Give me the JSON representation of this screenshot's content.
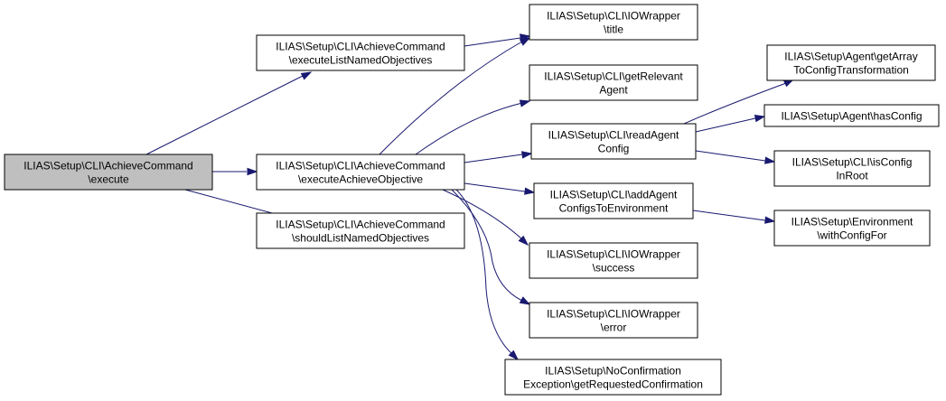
{
  "nodes": [
    {
      "id": "execute",
      "lines": [
        "ILIAS\\Setup\\CLI\\AchieveCommand",
        "\\execute"
      ],
      "role": "root"
    },
    {
      "id": "executeListNamedObjectives",
      "lines": [
        "ILIAS\\Setup\\CLI\\AchieveCommand",
        "\\executeListNamedObjectives"
      ]
    },
    {
      "id": "executeAchieveObjective",
      "lines": [
        "ILIAS\\Setup\\CLI\\AchieveCommand",
        "\\executeAchieveObjective"
      ]
    },
    {
      "id": "shouldListNamedObjectives",
      "lines": [
        "ILIAS\\Setup\\CLI\\AchieveCommand",
        "\\shouldListNamedObjectives"
      ]
    },
    {
      "id": "title",
      "lines": [
        "ILIAS\\Setup\\CLI\\IOWrapper",
        "\\title"
      ]
    },
    {
      "id": "getRelevantAgent",
      "lines": [
        "ILIAS\\Setup\\CLI\\getRelevant",
        "Agent"
      ]
    },
    {
      "id": "readAgentConfig",
      "lines": [
        "ILIAS\\Setup\\CLI\\readAgent",
        "Config"
      ]
    },
    {
      "id": "addAgentConfigsToEnvironment",
      "lines": [
        "ILIAS\\Setup\\CLI\\addAgent",
        "ConfigsToEnvironment"
      ]
    },
    {
      "id": "success",
      "lines": [
        "ILIAS\\Setup\\CLI\\IOWrapper",
        "\\success"
      ]
    },
    {
      "id": "error",
      "lines": [
        "ILIAS\\Setup\\CLI\\IOWrapper",
        "\\error"
      ]
    },
    {
      "id": "getRequestedConfirmation",
      "lines": [
        "ILIAS\\Setup\\NoConfirmation",
        "Exception\\getRequestedConfirmation"
      ]
    },
    {
      "id": "getArrayToConfigTransformation",
      "lines": [
        "ILIAS\\Setup\\Agent\\getArray",
        "ToConfigTransformation"
      ]
    },
    {
      "id": "hasConfig",
      "lines": [
        "ILIAS\\Setup\\Agent\\hasConfig"
      ]
    },
    {
      "id": "isConfigInRoot",
      "lines": [
        "ILIAS\\Setup\\CLI\\isConfig",
        "InRoot"
      ]
    },
    {
      "id": "withConfigFor",
      "lines": [
        "ILIAS\\Setup\\Environment",
        "\\withConfigFor"
      ]
    }
  ],
  "edges": [
    {
      "from": "execute",
      "to": "executeListNamedObjectives"
    },
    {
      "from": "execute",
      "to": "executeAchieveObjective"
    },
    {
      "from": "execute",
      "to": "shouldListNamedObjectives"
    },
    {
      "from": "executeListNamedObjectives",
      "to": "title"
    },
    {
      "from": "executeAchieveObjective",
      "to": "title"
    },
    {
      "from": "executeAchieveObjective",
      "to": "getRelevantAgent"
    },
    {
      "from": "executeAchieveObjective",
      "to": "readAgentConfig"
    },
    {
      "from": "executeAchieveObjective",
      "to": "addAgentConfigsToEnvironment"
    },
    {
      "from": "executeAchieveObjective",
      "to": "success"
    },
    {
      "from": "executeAchieveObjective",
      "to": "error"
    },
    {
      "from": "executeAchieveObjective",
      "to": "getRequestedConfirmation"
    },
    {
      "from": "readAgentConfig",
      "to": "getArrayToConfigTransformation"
    },
    {
      "from": "readAgentConfig",
      "to": "hasConfig"
    },
    {
      "from": "readAgentConfig",
      "to": "isConfigInRoot"
    },
    {
      "from": "addAgentConfigsToEnvironment",
      "to": "withConfigFor"
    }
  ],
  "colors": {
    "edge": "#191970",
    "root_fill": "#bfbfbf",
    "node_fill": "#ffffff",
    "border": "#000000"
  }
}
